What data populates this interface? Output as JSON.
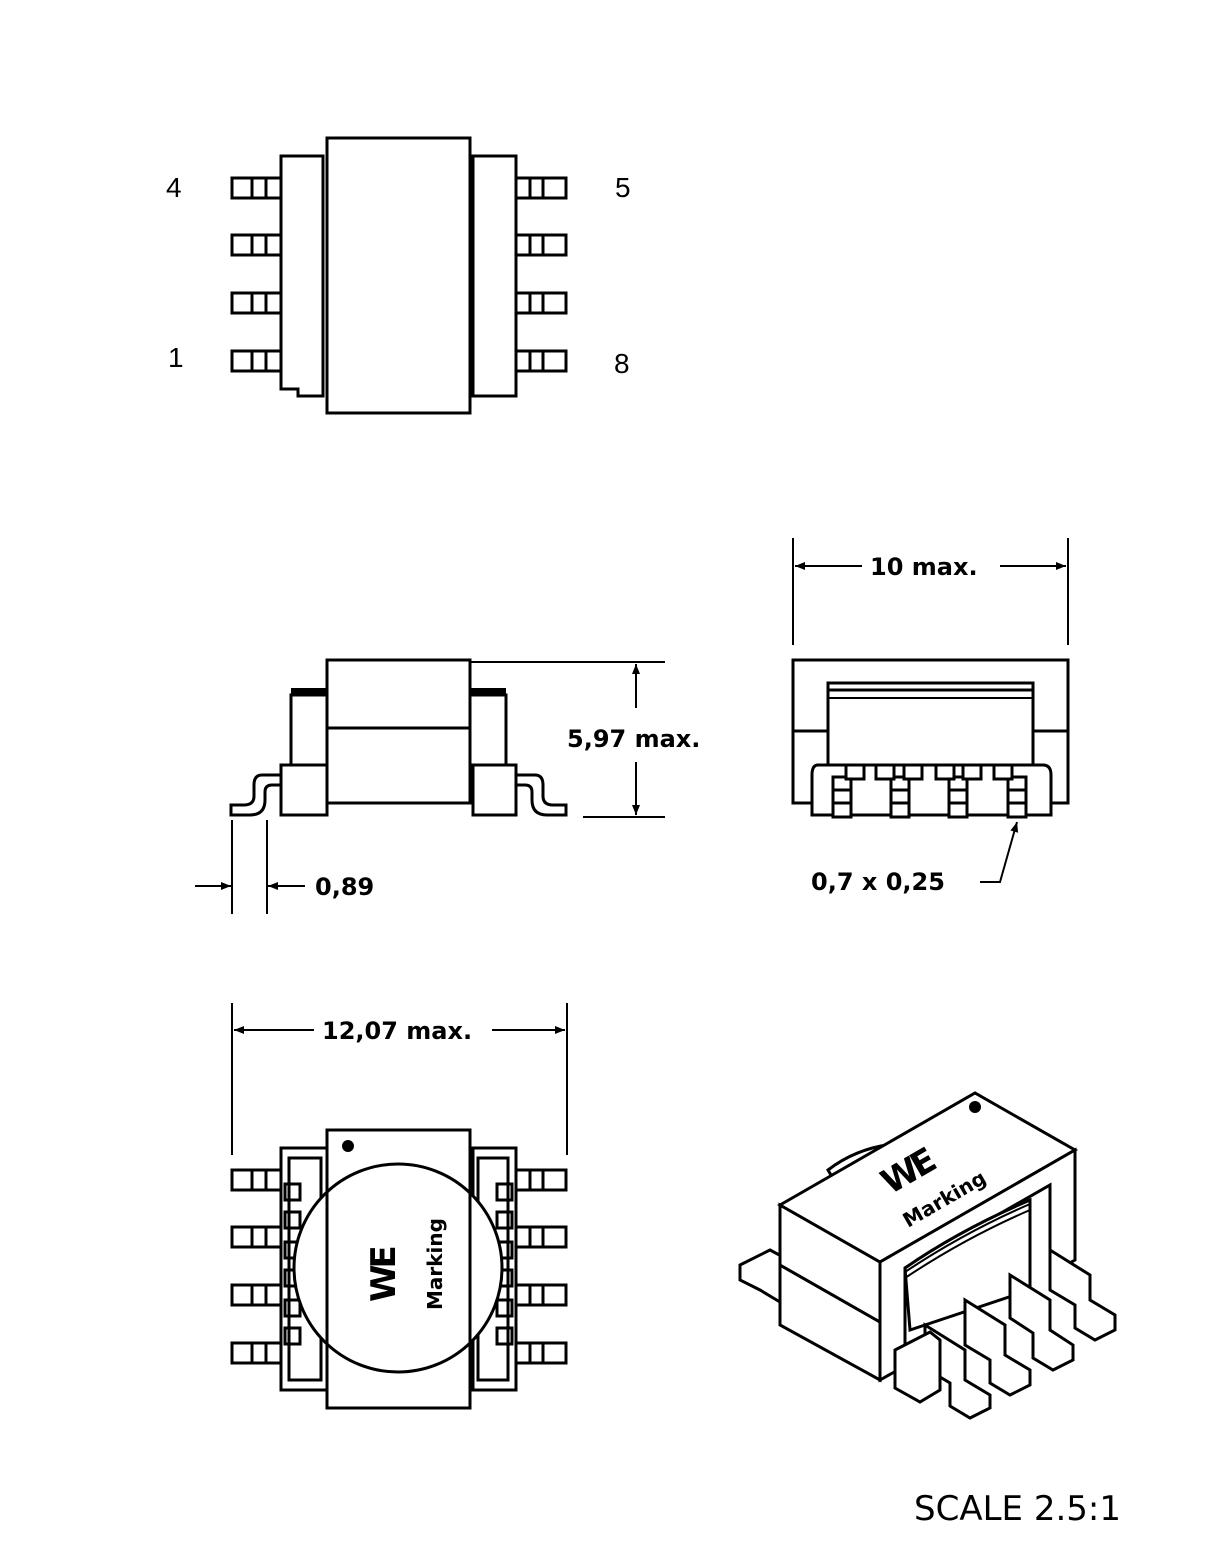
{
  "top_view": {
    "pin_labels": {
      "top_left": "4",
      "bottom_left": "1",
      "top_right": "5",
      "bottom_right": "8"
    }
  },
  "side_view": {
    "height_dim": "5,97  max.",
    "pitch_dim": "0,89"
  },
  "end_view": {
    "width_dim": "10  max.",
    "lead_dim": "0,7  x  0,25"
  },
  "bottom_view": {
    "length_dim": "12,07  max.",
    "logo": "WE",
    "marking": "Marking"
  },
  "iso_view": {
    "logo": "WE",
    "marking": "Marking"
  },
  "scale_label": "SCALE  2.5:1"
}
